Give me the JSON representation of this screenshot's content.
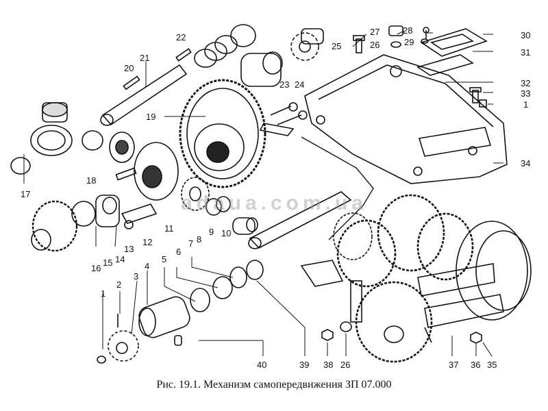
{
  "caption": "Рис. 19.1. Механизм самопередвижения ЗП 07.000",
  "watermark": "adaua.com.ua",
  "part_labels": [
    "1",
    "2",
    "3",
    "4",
    "5",
    "6",
    "7",
    "8",
    "9",
    "10",
    "11",
    "12",
    "13",
    "14",
    "15",
    "16",
    "17",
    "18",
    "19",
    "20",
    "21",
    "22",
    "23",
    "24",
    "25",
    "26",
    "27",
    "28",
    "29",
    "30",
    "31",
    "32",
    "33",
    "1",
    "34",
    "35",
    "36",
    "37",
    "38",
    "39",
    "40",
    "26"
  ]
}
